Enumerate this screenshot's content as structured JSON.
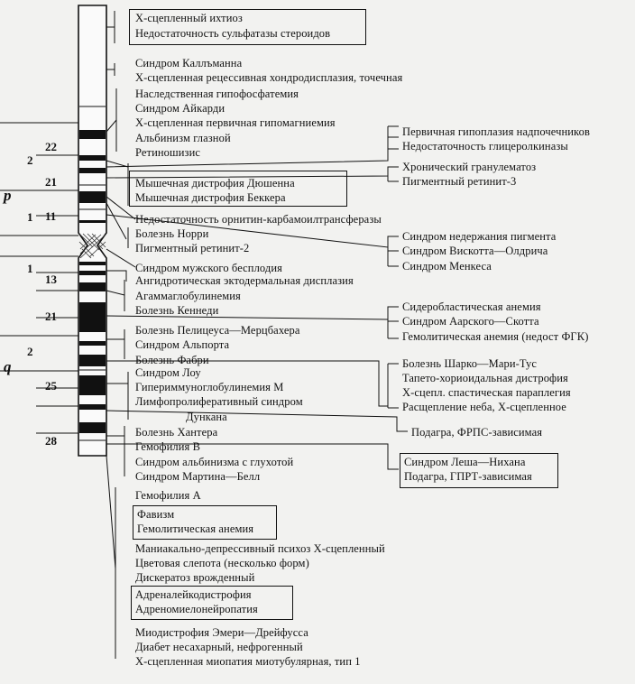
{
  "arms": {
    "p": "p",
    "q": "q"
  },
  "regions": [
    "2",
    "1",
    "1",
    "2"
  ],
  "bands": [
    "22",
    "21",
    "11",
    "13",
    "21",
    "25",
    "28"
  ],
  "diseases": [
    "X-сцепленный ихтиоз",
    "Недостаточность сульфатазы стероидов",
    "Синдром Каллъманна",
    "X-сцепленная рецессивная хондродисплазия, точечная",
    "Наследственная гипофосфатемия",
    "Синдром Айкарди",
    "X-сцепленная первичная гипомагниемия",
    "Альбинизм глазной",
    "Ретиношизис",
    "Первичная гипоплазия надпочечников",
    "Недостаточность глицеролкиназы",
    "Хронический гранулематоз",
    "Пигментный ретинит-3",
    "Мышечная дистрофия Дюшенна",
    "Мышечная дистрофия Беккера",
    "Недостаточность орнитин-карбамоилтрансферазы",
    "Болезнь Норри",
    "Пигментный ретинит-2",
    "Синдром недержания пигмента",
    "Синдром Вискотта—Олдрича",
    "Синдром Менкеса",
    "Синдром мужского бесплодия",
    "Ангидротическая эктодермальная дисплазия",
    "Агаммаглобулинемия",
    "Болезнь Кеннеди",
    "Сидеробластическая анемия",
    "Синдром Аарского—Скотта",
    "Гемолитическая анемия (недост ФГК)",
    "Болезнь Пелицеуса—Мерцбахера",
    "Синдром Альпорта",
    "Болезнь Фабри",
    "Болезнь Шарко—Мари-Тус",
    "Тапето-хориоидальная дистрофия",
    "X-сцепл. спастическая параплегия",
    "Расщепление неба, X-сцепленное",
    "Синдром Лоу",
    "Гипериммуноглобулинемия М",
    "Лимфопролиферативный синдром",
    "Дункана",
    "Подагра, ФРПС-зависимая",
    "Болезнь Хантера",
    "Гемофилия В",
    "Синдром альбинизма с глухотой",
    "Синдром Мартина—Белл",
    "Синдром Леша—Нихана",
    "Подагра, ГПРТ-зависимая",
    "Гемофилия А",
    "Фавизм",
    "Гемолитическая анемия",
    "Маниакально-депрессивный психоз X-сцепленный",
    "Цветовая слепота (несколько форм)",
    "Дискератоз врожденный",
    "Адреналейкодистрофия",
    "Адреномиелонейропатия",
    "Миодистрофия Эмери—Дрейфусса",
    "Диабет несахарный, нефрогенный",
    "X-сцепленная миопатия миотубулярная, тип 1"
  ]
}
